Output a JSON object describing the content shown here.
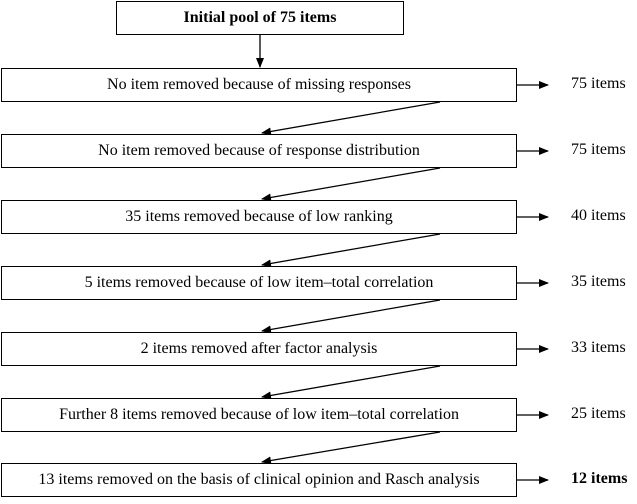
{
  "diagram": {
    "top_box": "Initial pool of 75 items",
    "steps": [
      {
        "label": "No item removed because of missing responses",
        "count": "75 items",
        "final": false
      },
      {
        "label": "No item removed because of response distribution",
        "count": "75 items",
        "final": false
      },
      {
        "label": "35 items removed because of low ranking",
        "count": "40 items",
        "final": false
      },
      {
        "label": "5 items removed because of low item–total correlation",
        "count": "35 items",
        "final": false
      },
      {
        "label": "2 items removed after factor analysis",
        "count": "33 items",
        "final": false
      },
      {
        "label": "Further 8 items removed because of low item–total correlation",
        "count": "25 items",
        "final": false
      },
      {
        "label": "13 items removed on the basis of clinical opinion and Rasch analysis",
        "count": "12 items",
        "final": true
      }
    ]
  }
}
